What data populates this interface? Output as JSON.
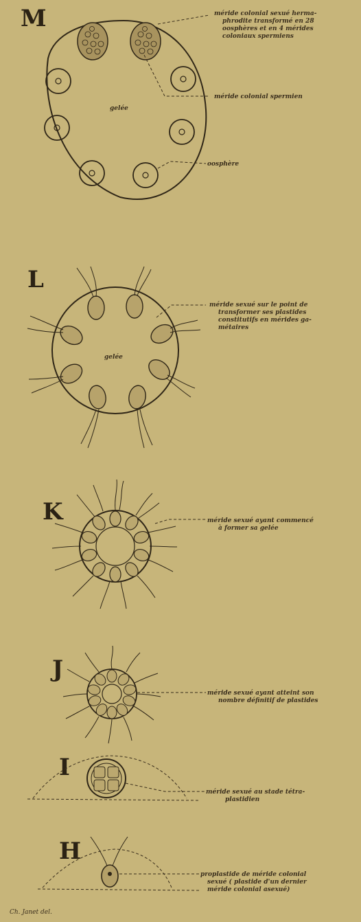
{
  "figures": [
    {
      "label": "M",
      "gel_label": "gelée",
      "notes": [
        {
          "lines": [
            "méride colonial sexué herma-",
            "phrodite transformé en 28",
            "oosphères et en 4 mérides",
            "coloniaux spermiens"
          ]
        },
        {
          "lines": [
            "méride colonial spermien"
          ]
        },
        {
          "lines": [
            "oosphère"
          ]
        }
      ]
    },
    {
      "label": "L",
      "gel_label": "gelée",
      "notes": [
        {
          "lines": [
            "méride sexué sur le point de",
            "transformer ses plastides",
            "constitutifs en mérides ga-",
            "métaires"
          ]
        }
      ]
    },
    {
      "label": "K",
      "notes": [
        {
          "lines": [
            "méride sexué ayant commencé",
            "à former sa gelée"
          ]
        }
      ]
    },
    {
      "label": "J",
      "notes": [
        {
          "lines": [
            "méride sexué ayant atteint son",
            "nombre définitif de plastides"
          ]
        }
      ]
    },
    {
      "label": "I",
      "notes": [
        {
          "lines": [
            "méride sexué au stade tétra-",
            "plastidien"
          ]
        }
      ]
    },
    {
      "label": "H",
      "notes": [
        {
          "lines": [
            "proplastide de méride colonial",
            "sexué ( plastide d'un dernier",
            "méride colonial asexué)"
          ]
        }
      ]
    }
  ],
  "credit": "Ch. Janet del."
}
